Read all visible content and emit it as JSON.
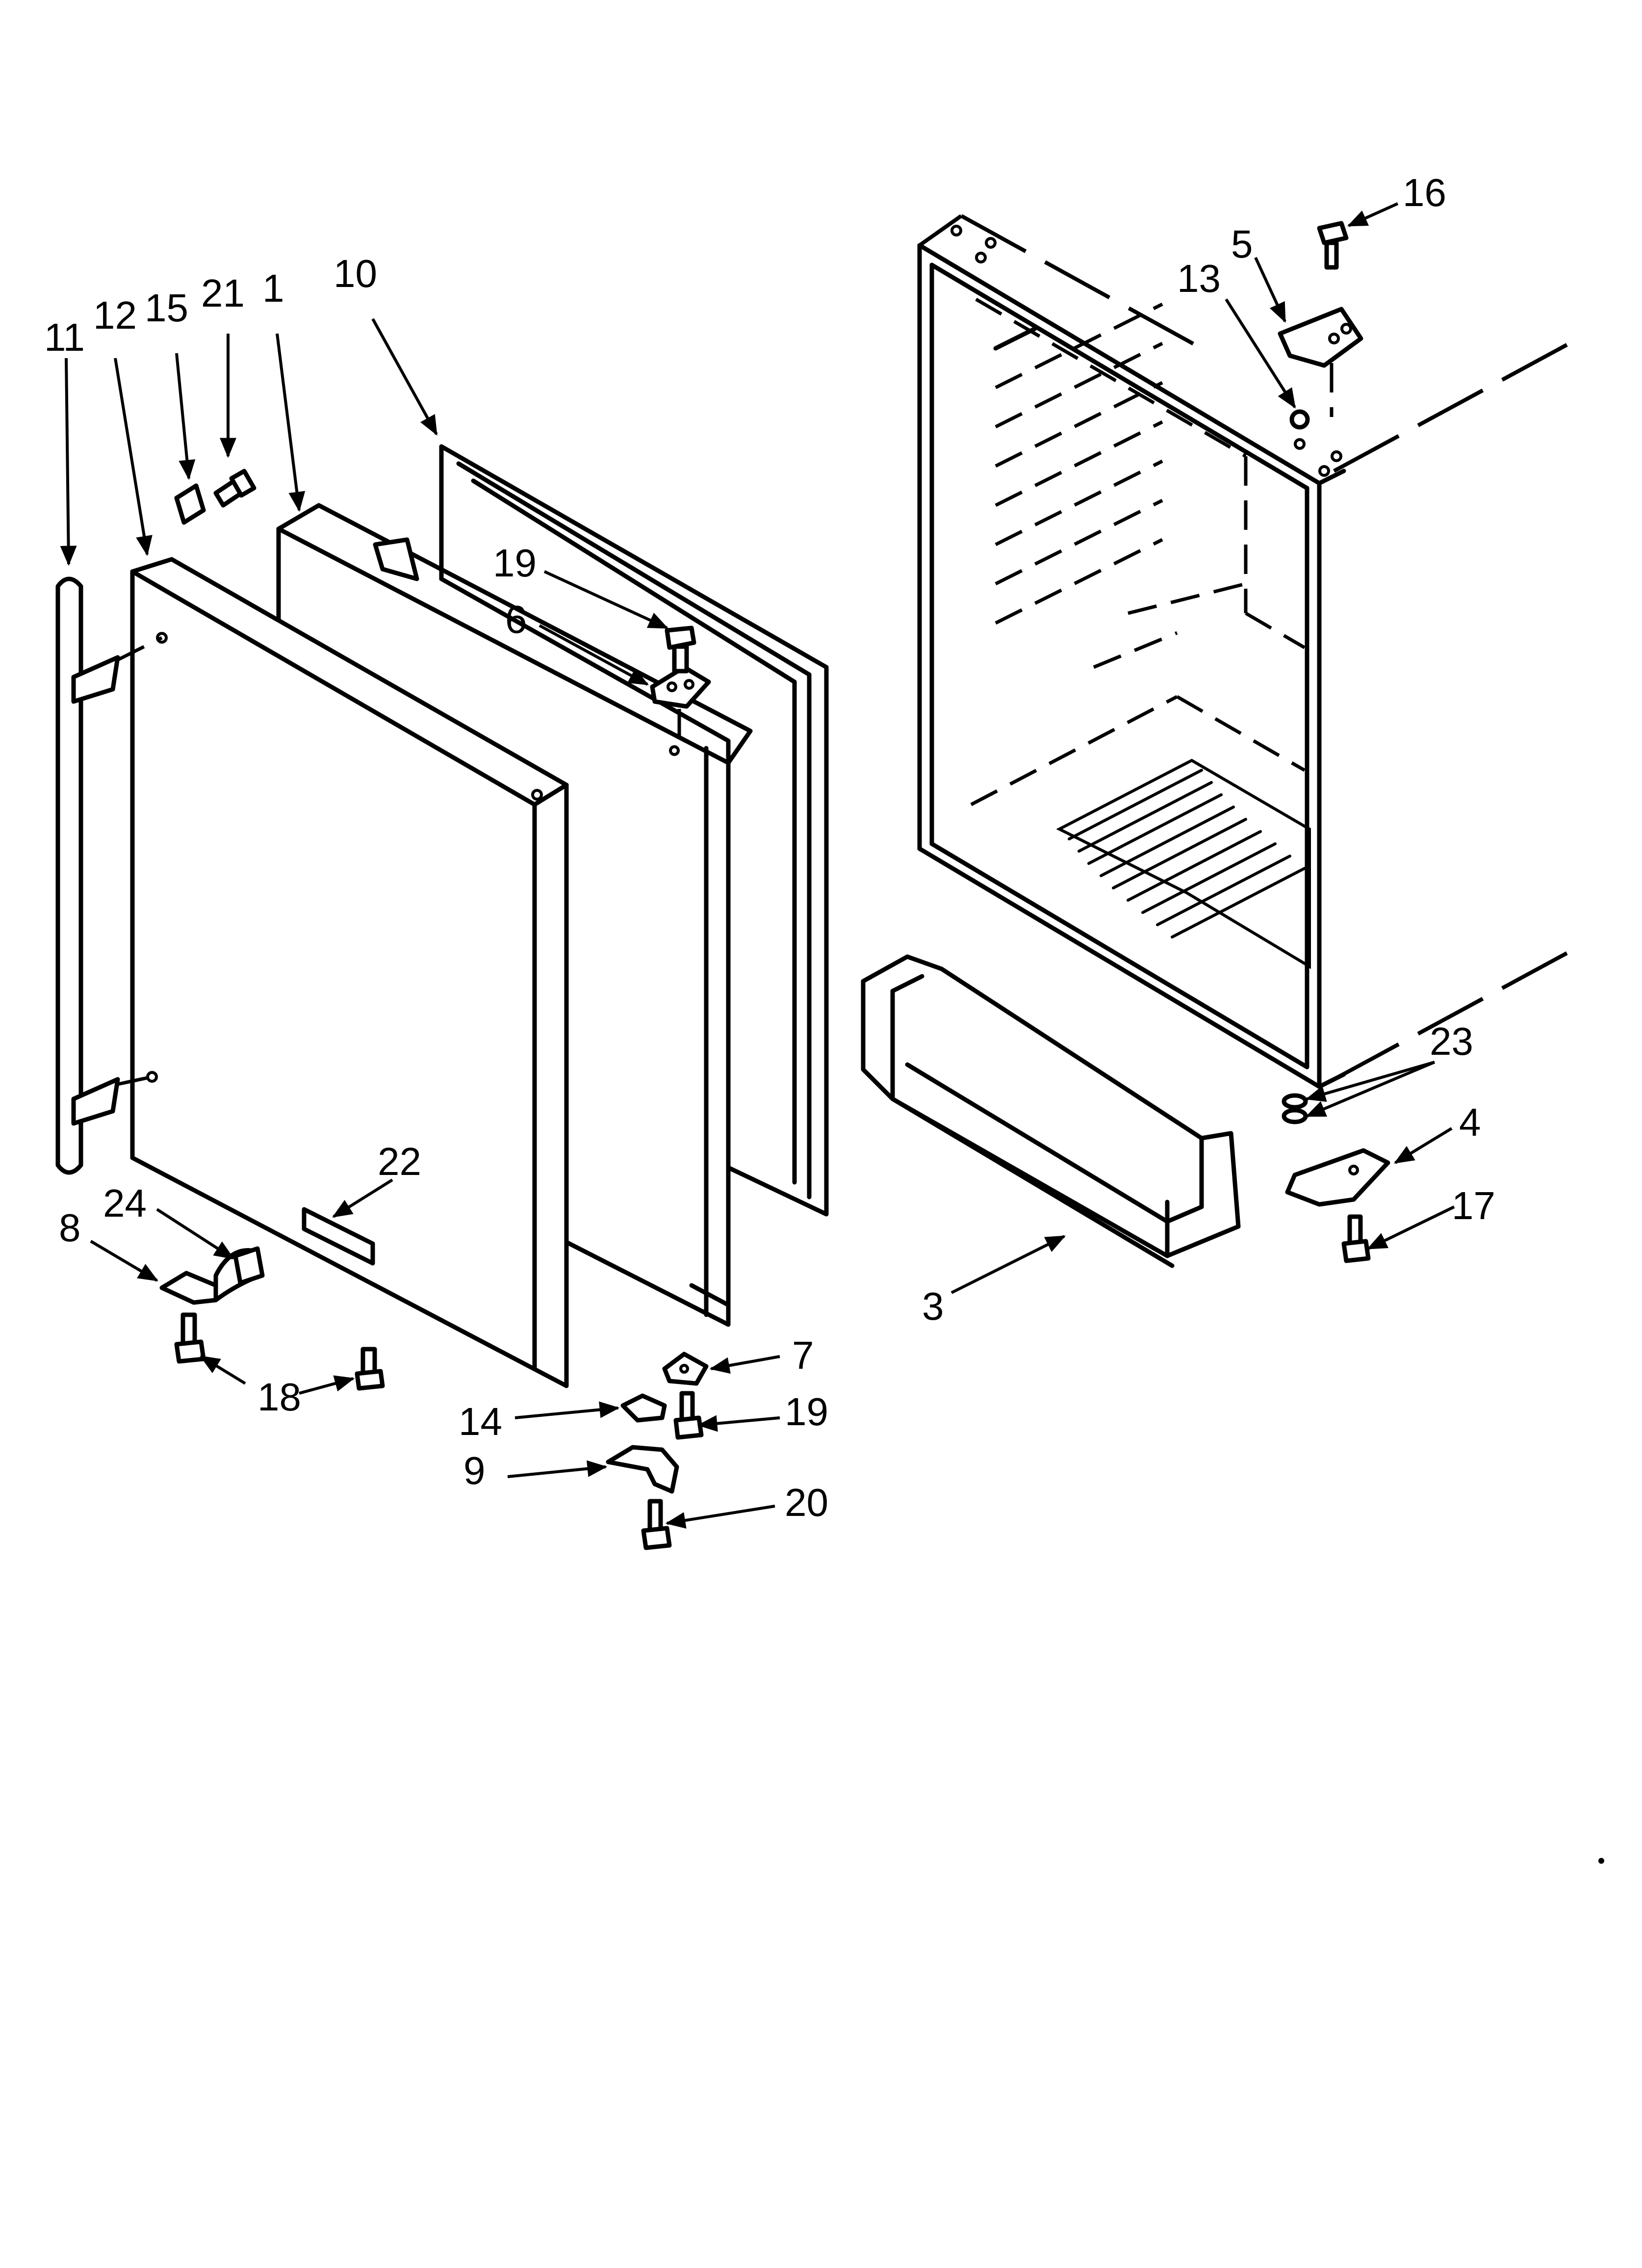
{
  "diagram": {
    "callouts": [
      {
        "id": "c11",
        "label": "11"
      },
      {
        "id": "c12",
        "label": "12"
      },
      {
        "id": "c15",
        "label": "15"
      },
      {
        "id": "c21",
        "label": "21"
      },
      {
        "id": "c1",
        "label": "1"
      },
      {
        "id": "c10",
        "label": "10"
      },
      {
        "id": "c19a",
        "label": "19"
      },
      {
        "id": "c6",
        "label": "6"
      },
      {
        "id": "c16",
        "label": "16"
      },
      {
        "id": "c5",
        "label": "5"
      },
      {
        "id": "c13",
        "label": "13"
      },
      {
        "id": "c23",
        "label": "23"
      },
      {
        "id": "c4",
        "label": "4"
      },
      {
        "id": "c17",
        "label": "17"
      },
      {
        "id": "c3",
        "label": "3"
      },
      {
        "id": "c22",
        "label": "22"
      },
      {
        "id": "c24",
        "label": "24"
      },
      {
        "id": "c8",
        "label": "8"
      },
      {
        "id": "c18",
        "label": "18"
      },
      {
        "id": "c7",
        "label": "7"
      },
      {
        "id": "c14",
        "label": "14"
      },
      {
        "id": "c19b",
        "label": "19"
      },
      {
        "id": "c9",
        "label": "9"
      },
      {
        "id": "c20",
        "label": "20"
      }
    ]
  }
}
